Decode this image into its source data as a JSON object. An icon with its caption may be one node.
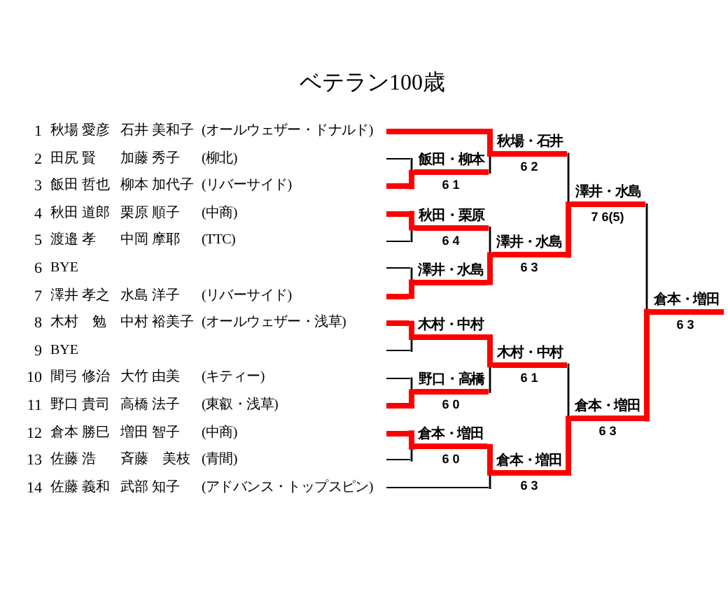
{
  "diagram": {
    "title": "ベテラン100歳",
    "nodes": [
      {
        "text": [
          "1",
          "秋場 愛彦",
          "石井 美和子",
          "(オールウェザー・ドナルド)"
        ]
      },
      {
        "text": [
          "2",
          "田尻 賢",
          "加藤 秀子",
          "(柳北)"
        ]
      },
      {
        "text": [
          "3",
          "飯田 哲也",
          "柳本 加代子",
          "(リバーサイド)"
        ]
      },
      {
        "text": [
          "4",
          "秋田 道郎",
          "栗原 順子",
          "(中商)"
        ]
      },
      {
        "text": [
          "5",
          "渡邉 孝",
          "中岡 摩耶",
          "(TTC)"
        ]
      },
      {
        "text": [
          "6",
          "BYE"
        ]
      },
      {
        "text": [
          "7",
          "澤井 孝之",
          "水島 洋子",
          "(リバーサイド)"
        ]
      },
      {
        "text": [
          "8",
          "木村　勉",
          "中村 裕美子",
          "(オールウェザー・浅草)"
        ]
      },
      {
        "text": [
          "9",
          "BYE"
        ]
      },
      {
        "text": [
          "10",
          "間弓 修治",
          "大竹 由美",
          "(キティー)"
        ]
      },
      {
        "text": [
          "11",
          "野口 貴司",
          "高橋 法子",
          "(東叡・浅草)"
        ]
      },
      {
        "text": [
          "12",
          "倉本 勝巳",
          "増田 智子",
          "(中商)"
        ]
      },
      {
        "text": [
          "13",
          "佐藤 浩",
          "斉藤　美枝",
          "(青間)"
        ]
      },
      {
        "text": [
          "14",
          "佐藤 義和",
          "武部 知子",
          "(アドバンス・トップスピン)"
        ]
      },
      {
        "text": [
          "飯田・柳本"
        ],
        "beside": [
          "6 1"
        ]
      },
      {
        "text": [
          "秋田・栗原"
        ],
        "beside": [
          "6 4"
        ]
      },
      {
        "text": [
          "澤井・水島"
        ]
      },
      {
        "text": [
          "木村・中村"
        ]
      },
      {
        "text": [
          "野口・高橋"
        ],
        "beside": [
          "6 0"
        ]
      },
      {
        "text": [
          "倉本・増田"
        ],
        "beside": [
          "6 0"
        ]
      },
      {
        "text": [
          "秋場・石井"
        ],
        "beside": [
          "6 2"
        ]
      },
      {
        "text": [
          "澤井・水島"
        ],
        "beside": [
          "6 3"
        ]
      },
      {
        "text": [
          "木村・中村"
        ],
        "beside": [
          "6 1"
        ]
      },
      {
        "text": [
          "倉本・増田"
        ],
        "beside": [
          "6 3"
        ]
      },
      {
        "text": [
          "澤井・水島"
        ],
        "beside": [
          "7 6(5)"
        ]
      },
      {
        "text": [
          "倉本・増田"
        ],
        "beside": [
          "6 3"
        ]
      },
      {
        "text": [
          "倉本・増田"
        ],
        "beside": [
          "6 3"
        ]
      }
    ],
    "edges": [
      {
        "from": 1,
        "to": 14,
        "arrow": "none"
      },
      {
        "from": 2,
        "to": 14,
        "arrow": "none",
        "style": "thick",
        "color": "#ff0000"
      },
      {
        "from": 3,
        "to": 15,
        "arrow": "none",
        "style": "thick",
        "color": "#ff0000"
      },
      {
        "from": 4,
        "to": 15,
        "arrow": "none"
      },
      {
        "from": 5,
        "to": 16,
        "arrow": "none"
      },
      {
        "from": 6,
        "to": 16,
        "arrow": "none",
        "style": "thick",
        "color": "#ff0000"
      },
      {
        "from": 7,
        "to": 17,
        "arrow": "none",
        "style": "thick",
        "color": "#ff0000"
      },
      {
        "from": 8,
        "to": 17,
        "arrow": "none"
      },
      {
        "from": 9,
        "to": 18,
        "arrow": "none"
      },
      {
        "from": 10,
        "to": 18,
        "arrow": "none",
        "style": "thick",
        "color": "#ff0000"
      },
      {
        "from": 11,
        "to": 19,
        "arrow": "none",
        "style": "thick",
        "color": "#ff0000"
      },
      {
        "from": 12,
        "to": 19,
        "arrow": "none"
      },
      {
        "from": 0,
        "to": 20,
        "arrow": "none",
        "style": "thick",
        "color": "#ff0000"
      },
      {
        "from": 14,
        "to": 20,
        "arrow": "none"
      },
      {
        "from": 15,
        "to": 21,
        "arrow": "none"
      },
      {
        "from": 16,
        "to": 21,
        "arrow": "none",
        "style": "thick",
        "color": "#ff0000"
      },
      {
        "from": 17,
        "to": 22,
        "arrow": "none",
        "style": "thick",
        "color": "#ff0000"
      },
      {
        "from": 18,
        "to": 22,
        "arrow": "none"
      },
      {
        "from": 19,
        "to": 23,
        "arrow": "none",
        "style": "thick",
        "color": "#ff0000"
      },
      {
        "from": 13,
        "to": 23,
        "arrow": "none"
      },
      {
        "from": 20,
        "to": 24,
        "arrow": "none"
      },
      {
        "from": 21,
        "to": 24,
        "arrow": "none",
        "style": "thick",
        "color": "#ff0000"
      },
      {
        "from": 22,
        "to": 25,
        "arrow": "none"
      },
      {
        "from": 23,
        "to": 25,
        "arrow": "none",
        "style": "thick",
        "color": "#ff0000"
      },
      {
        "from": 24,
        "to": 26,
        "arrow": "none"
      },
      {
        "from": 25,
        "to": 26,
        "arrow": "none",
        "style": "thick",
        "color": "#ff0000"
      }
    ]
  }
}
